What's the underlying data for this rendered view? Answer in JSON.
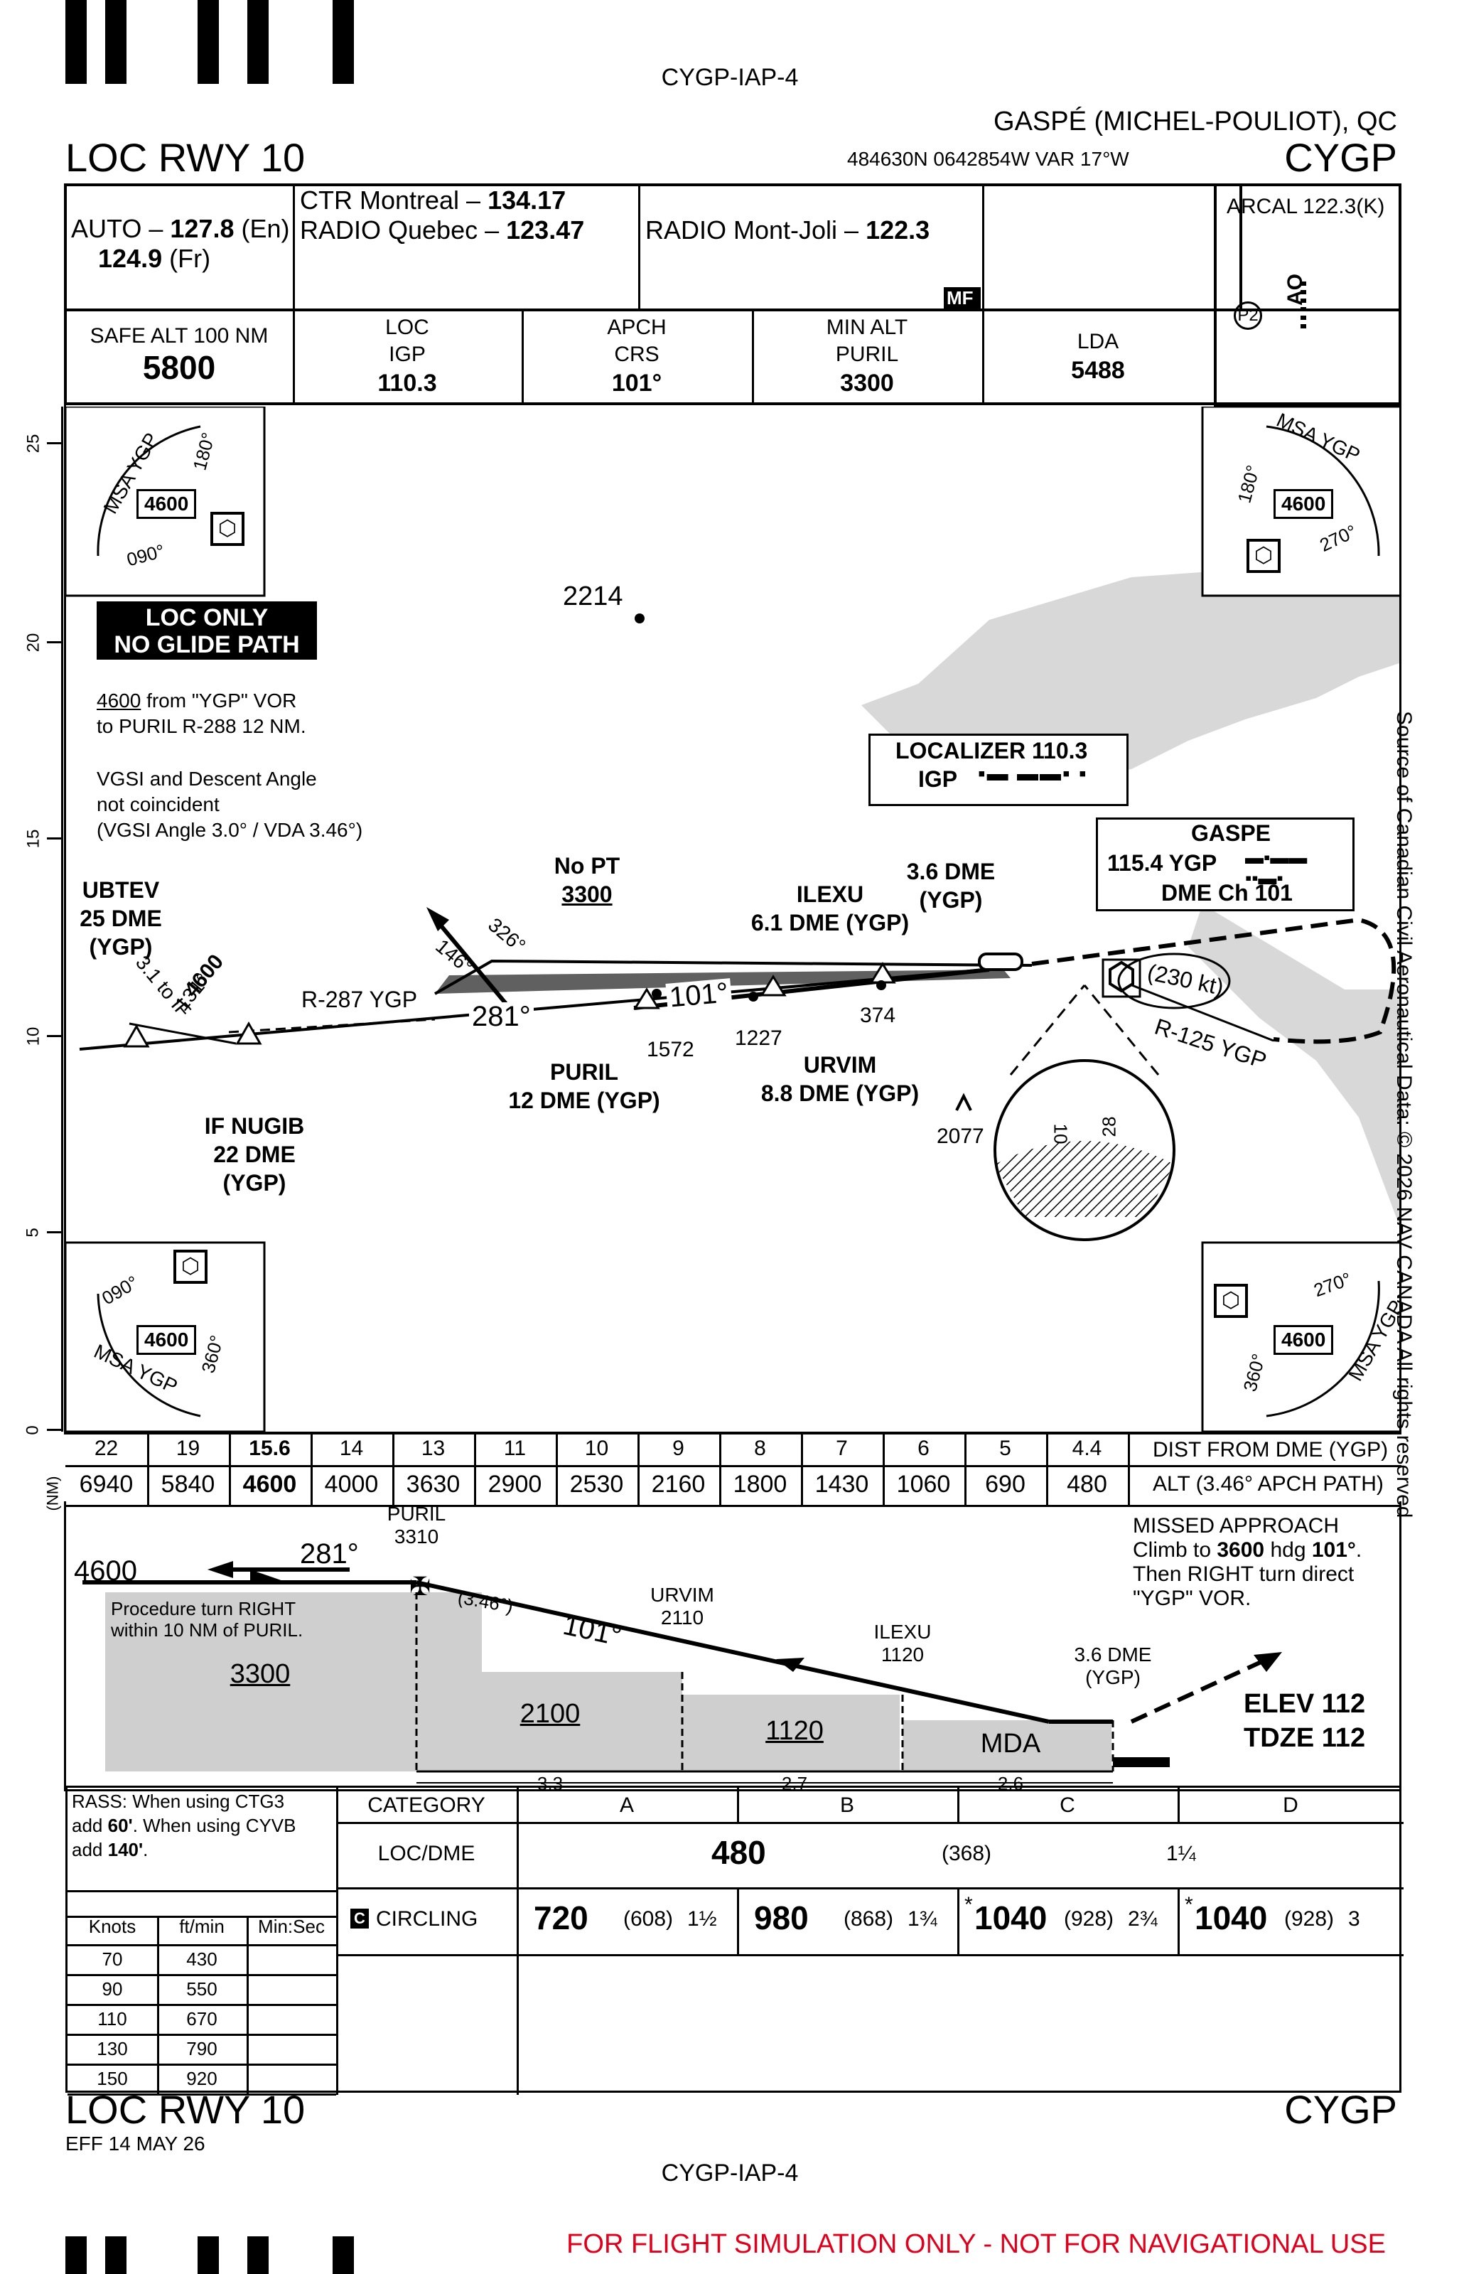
{
  "chart_id": "CYGP-IAP-4",
  "airport_name": "GASPÉ (MICHEL-POULIOT), QC",
  "airport_id": "CYGP",
  "procedure": "LOC RWY 10",
  "coords": "484630N  0642854W  VAR 17°W",
  "comms": {
    "auto_label": "AUTO –",
    "auto_en": "127.8",
    "auto_en_tag": "(En)",
    "auto_fr": "124.9",
    "auto_fr_tag": "(Fr)",
    "ctr_label": "CTR Montreal –",
    "ctr_freq": "134.17",
    "radio_qc_label": "RADIO Quebec –",
    "radio_qc_freq": "123.47",
    "radio_mj_label": "RADIO Mont-Joli –",
    "radio_mj_freq": "122.3",
    "mf": "MF",
    "arcal": "ARCAL 122.3(K)",
    "p2": "P2",
    "ao": "AO"
  },
  "info": {
    "safe_alt_label": "SAFE ALT 100 NM",
    "safe_alt": "5800",
    "loc_label": "LOC",
    "loc_id": "IGP",
    "loc_freq": "110.3",
    "apch_label": "APCH",
    "crs_label": "CRS",
    "crs": "101°",
    "min_alt_label": "MIN ALT",
    "min_alt_fix": "PURIL",
    "min_alt": "3300",
    "lda_label": "LDA",
    "lda": "5488"
  },
  "msa": {
    "alt": "4600",
    "label": "MSA",
    "ident": "YGP",
    "b180": "180°",
    "b090": "090°",
    "b270": "270°",
    "b360": "360°"
  },
  "scale": {
    "nm": "(NM)",
    "ticks": [
      "25",
      "20",
      "15",
      "10",
      "5",
      "0"
    ]
  },
  "plan": {
    "loc_only_1": "LOC ONLY",
    "loc_only_2": "NO GLIDE PATH",
    "note1_a": "4600",
    "note1_b": " from \"YGP\" VOR",
    "note1_c": "to PURIL R-288 12 NM.",
    "note2_a": "VGSI and Descent Angle",
    "note2_b": "not coincident",
    "note2_c": "(VGSI Angle 3.0° / VDA 3.46°)",
    "obst_2214": "2214",
    "localizer_1": "LOCALIZER 110.3",
    "localizer_2": "IGP",
    "gaspe_1": "GASPE",
    "gaspe_2": "115.4 YGP",
    "gaspe_3": "DME Ch 101",
    "ubtev_1": "UBTEV",
    "ubtev_2": "25 DME",
    "ubtev_3": "(YGP)",
    "nopt_1": "No PT",
    "nopt_2": "3300",
    "ilexu_1": "ILEXU",
    "ilexu_2": "6.1 DME (YGP)",
    "dme36_1": "3.6 DME",
    "dme36_2": "(YGP)",
    "r287": "R-287 YGP",
    "r125": "R-125 YGP",
    "kt230": "(230 kt)",
    "alt4600": "4600",
    "b131": "131°",
    "to_if": "3.1 to IF",
    "b146": "146°",
    "b326": "326°",
    "b281": "281°",
    "b101": "101°",
    "o1572": "1572",
    "o1227": "1227",
    "o374": "374",
    "o2077": "2077",
    "puril_1": "PURIL",
    "puril_2": "12 DME (YGP)",
    "urvim_1": "URVIM",
    "urvim_2": "8.8 DME (YGP)",
    "nugib_1": "IF NUGIB",
    "nugib_2": "22 DME",
    "nugib_3": "(YGP)",
    "rwy_10": "10",
    "rwy_28": "28"
  },
  "dme_table": {
    "dist": [
      "22",
      "19",
      "15.6",
      "14",
      "13",
      "11",
      "10",
      "9",
      "8",
      "7",
      "6",
      "5",
      "4.4"
    ],
    "alt": [
      "6940",
      "5840",
      "4600",
      "4000",
      "3630",
      "2900",
      "2530",
      "2160",
      "1800",
      "1430",
      "1060",
      "690",
      "480"
    ],
    "dist_label": "DIST FROM DME (YGP)",
    "alt_label": "ALT (3.46° APCH PATH)"
  },
  "profile": {
    "alt4600": "4600",
    "c281": "281°",
    "puril": "PURIL",
    "puril_alt": "3310",
    "vda": "(3.46°)",
    "c101": "101°",
    "proc_turn_1": "Procedure turn RIGHT",
    "proc_turn_2": "within 10 NM of PURIL.",
    "s3300": "3300",
    "urvim": "URVIM",
    "urvim_alt": "2110",
    "s2100": "2100",
    "ilexu": "ILEXU",
    "ilexu_alt": "1120",
    "s1120": "1120",
    "dme36_1": "3.6 DME",
    "dme36_2": "(YGP)",
    "mda": "MDA",
    "elev": "ELEV 112",
    "tdze": "TDZE 112",
    "d33": "3.3",
    "d27": "2.7",
    "d26": "2.6",
    "missed_title": "MISSED APPROACH",
    "missed_1a": "Climb to ",
    "missed_1b": "3600",
    "missed_1c": " hdg ",
    "missed_1d": "101°",
    "missed_1e": ".",
    "missed_2": "Then RIGHT turn direct",
    "missed_3": "\"YGP\" VOR."
  },
  "minima": {
    "rass_1a": "RASS: When using CTG3",
    "rass_2a": "add ",
    "rass_2b": "60'",
    "rass_2c": ". When using CYVB",
    "rass_3a": "add ",
    "rass_3b": "140'",
    "rass_3c": ".",
    "category": "CATEGORY",
    "cats": [
      "A",
      "B",
      "C",
      "D"
    ],
    "locdme_label": "LOC/DME",
    "locdme_mda": "480",
    "locdme_hat": "(368)",
    "locdme_vis": "1¼",
    "circ_icon": "C",
    "circ_label": "CIRCLING",
    "circ": [
      {
        "star": "",
        "mda": "720",
        "hat": "(608)",
        "vis": "1½"
      },
      {
        "star": "",
        "mda": "980",
        "hat": "(868)",
        "vis": "1¾"
      },
      {
        "star": "*",
        "mda": "1040",
        "hat": "(928)",
        "vis": "2¾"
      },
      {
        "star": "*",
        "mda": "1040",
        "hat": "(928)",
        "vis": "3"
      }
    ],
    "rate_headers": [
      "Knots",
      "ft/min",
      "Min:Sec"
    ],
    "rates": [
      [
        "70",
        "430",
        ""
      ],
      [
        "90",
        "550",
        ""
      ],
      [
        "110",
        "670",
        ""
      ],
      [
        "130",
        "790",
        ""
      ],
      [
        "150",
        "920",
        ""
      ]
    ]
  },
  "footer": {
    "procedure": "LOC RWY 10",
    "airport_id": "CYGP",
    "eff": "EFF 14 MAY 26",
    "chart_id": "CYGP-IAP-4",
    "warning": "FOR FLIGHT SIMULATION ONLY - NOT FOR NAVIGATIONAL USE"
  },
  "source_note": "Source of Canadian Civil Aeronautical Data: © 2026 NAV CANADA All rights reserved"
}
